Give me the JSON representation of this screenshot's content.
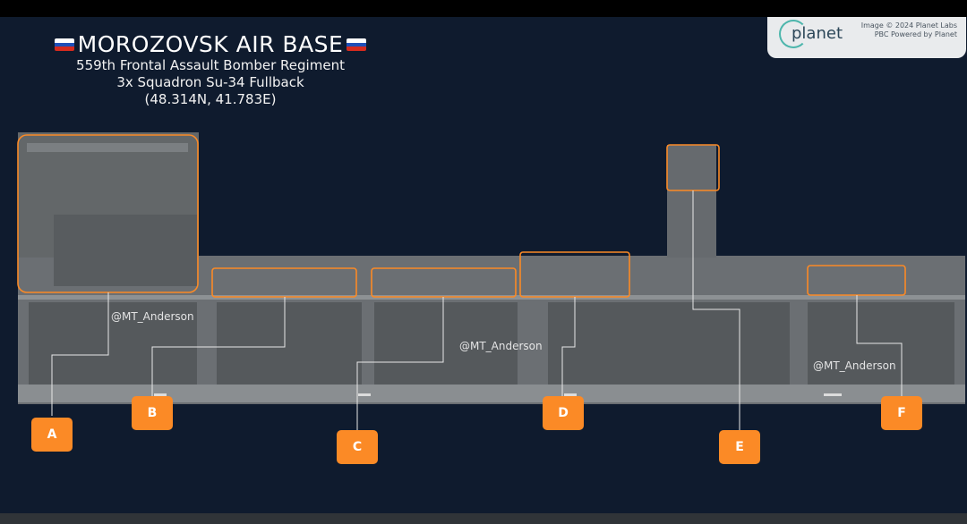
{
  "header": {
    "title": "MOROZOVSK AIR BASE",
    "subtitle_lines": [
      "559th Frontal Assault Bomber Regiment",
      "3x Squadron Su-34 Fullback",
      "(48.314N, 41.783E)"
    ],
    "flag_colors": [
      "#ffffff",
      "#1f4fb8",
      "#d52b1e"
    ]
  },
  "credit": {
    "logo": "planet",
    "text": "Image © 2024 Planet Labs PBC Powered by Planet"
  },
  "watermarks": [
    "@MT_Anderson",
    "@MT_Anderson",
    "@MT_Anderson"
  ],
  "callouts": [
    {
      "label": "A",
      "name": "callout-a"
    },
    {
      "label": "B",
      "name": "callout-b"
    },
    {
      "label": "C",
      "name": "callout-c"
    },
    {
      "label": "D",
      "name": "callout-d"
    },
    {
      "label": "E",
      "name": "callout-e"
    },
    {
      "label": "F",
      "name": "callout-f"
    }
  ],
  "colors": {
    "background": "#0f1b2e",
    "highlight_orange": "#fb8a26",
    "leader_line": "#e8e8e8"
  }
}
